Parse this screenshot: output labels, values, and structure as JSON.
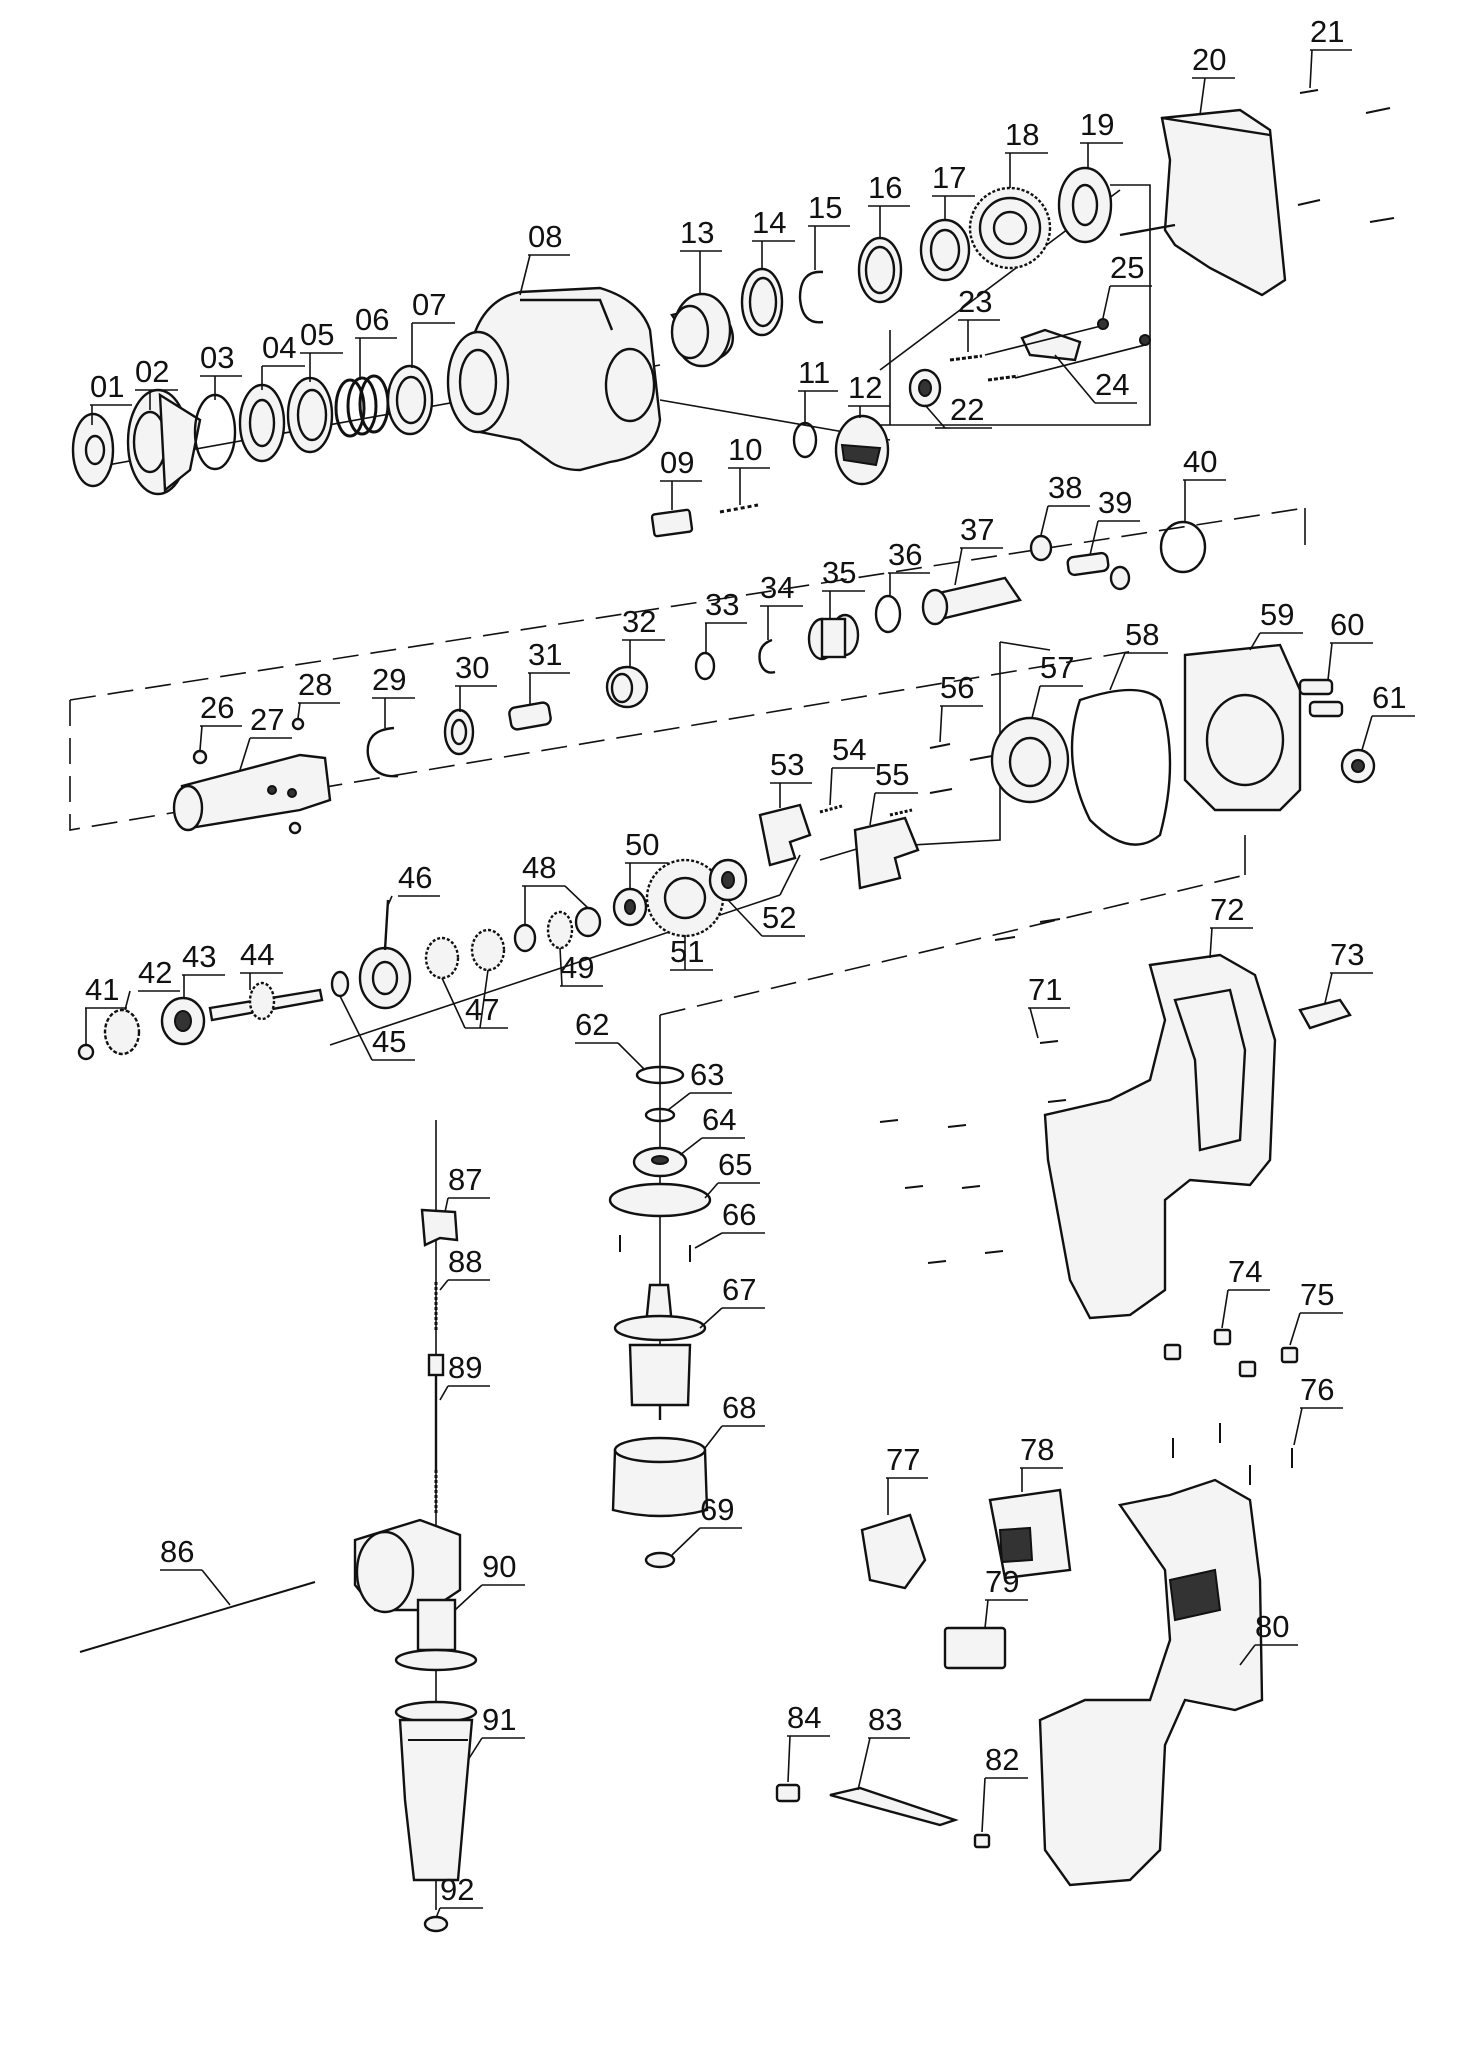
{
  "diagram": {
    "part_numbers": [
      "01",
      "02",
      "03",
      "04",
      "05",
      "06",
      "07",
      "08",
      "09",
      "10",
      "11",
      "12",
      "13",
      "14",
      "15",
      "16",
      "17",
      "18",
      "19",
      "20",
      "21",
      "22",
      "23",
      "24",
      "25",
      "26",
      "27",
      "28",
      "29",
      "30",
      "31",
      "32",
      "33",
      "34",
      "35",
      "36",
      "37",
      "38",
      "39",
      "40",
      "41",
      "42",
      "43",
      "44",
      "45",
      "46",
      "47",
      "48",
      "49",
      "50",
      "51",
      "52",
      "53",
      "54",
      "55",
      "56",
      "57",
      "58",
      "59",
      "60",
      "61",
      "62",
      "63",
      "64",
      "65",
      "66",
      "67",
      "68",
      "69",
      "71",
      "72",
      "73",
      "74",
      "75",
      "76",
      "77",
      "78",
      "79",
      "80",
      "82",
      "83",
      "84",
      "86",
      "87",
      "88",
      "89",
      "90",
      "91",
      "92"
    ]
  }
}
